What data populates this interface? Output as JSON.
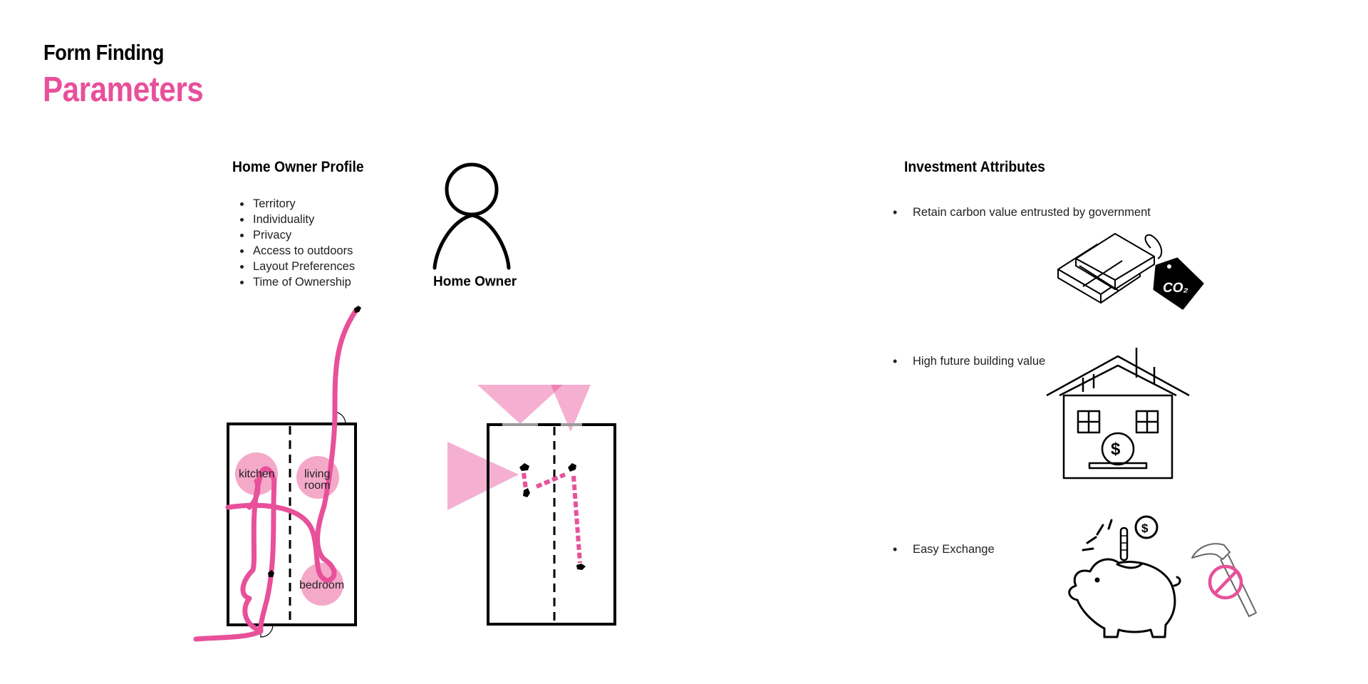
{
  "header": {
    "subtitle": "Form Finding",
    "title": "Parameters"
  },
  "colors": {
    "accent": "#e8509a",
    "accent_light": "#f4a9c9",
    "ink": "#000000"
  },
  "profile": {
    "title": "Home Owner Profile",
    "items": [
      "Territory",
      "Individuality",
      "Privacy",
      "Access to outdoors",
      "Layout Preferences",
      "Time of Ownership"
    ],
    "figure_label": "Home Owner"
  },
  "plan": {
    "rooms": {
      "kitchen": "kitchen",
      "living_line1": "living",
      "living_line2": "room",
      "bedroom": "bedroom"
    }
  },
  "investment": {
    "title": "Investment Attributes",
    "items": [
      {
        "label": "Retain carbon value entrusted by government",
        "icon": "carbon-credit-icon",
        "tag_text": "CO₂"
      },
      {
        "label": "High future building value",
        "icon": "house-value-icon",
        "symbol": "$"
      },
      {
        "label": "Easy Exchange",
        "icon": "piggy-bank-icon",
        "symbol": "$",
        "extra_icon": "no-hammer-icon"
      }
    ]
  }
}
